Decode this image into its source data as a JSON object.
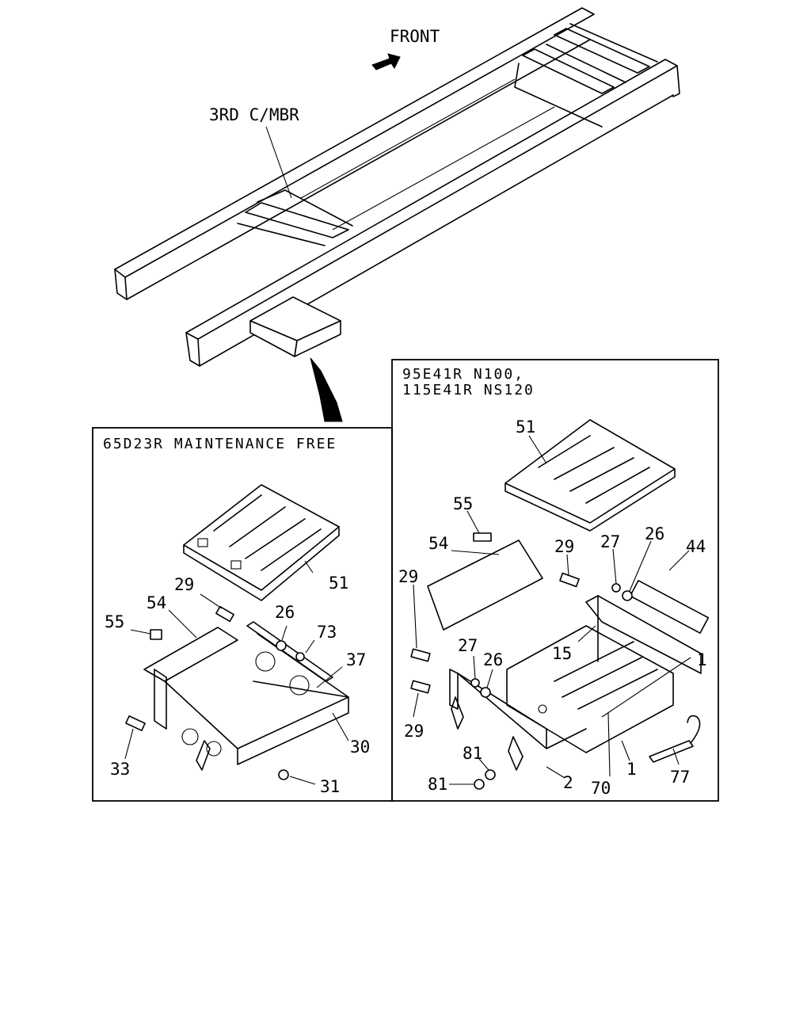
{
  "top_view": {
    "front_label": "FRONT",
    "crossmember_label": "3RD C/MBR"
  },
  "left_panel": {
    "header": "65D23R MAINTENANCE FREE",
    "callouts": [
      "51",
      "29",
      "54",
      "55",
      "26",
      "73",
      "37",
      "33",
      "30",
      "31"
    ]
  },
  "right_panel": {
    "header_line1": "95E41R N100,",
    "header_line2": "115E41R NS120",
    "callouts": [
      "51",
      "55",
      "54",
      "29",
      "27",
      "26",
      "44",
      "29",
      "27",
      "26",
      "15",
      "1",
      "29",
      "81",
      "81",
      "2",
      "70",
      "1",
      "77"
    ]
  }
}
